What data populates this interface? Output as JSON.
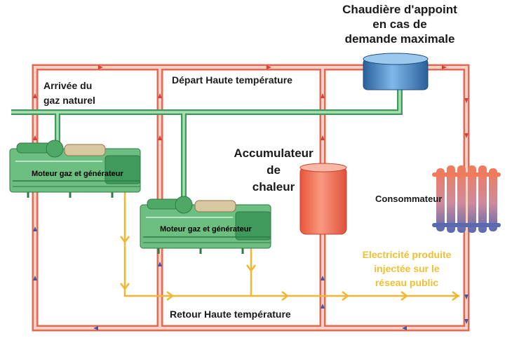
{
  "labels": {
    "boiler": [
      "Chaudière d'appoint",
      "en cas de",
      "demande maximale"
    ],
    "gas": [
      "Arrivée du",
      "gaz naturel"
    ],
    "depart": "Départ Haute température",
    "retour": "Retour Haute température",
    "accumulator": [
      "Accumulateur",
      "de",
      "chaleur"
    ],
    "consumer": "Consommateur",
    "engine_1": "Moteur gaz et générateur",
    "engine_2": "Moteur gaz et générateur",
    "electricity": [
      "Electricité produite",
      "injectée sur le",
      "réseau public"
    ]
  },
  "colors": {
    "hot_pipe": "#f4a58a",
    "hot_pipe_edge": "#e0604a",
    "gas_pipe": "#8fd0a0",
    "gas_pipe_edge": "#3f9a5c",
    "electric_line": "#f2b632",
    "return_arrow": "#3a5aa0",
    "accumulator": "#f07050",
    "boiler": "#4a8fd0",
    "engine": "#3aa05a",
    "radiator_hot": "#f08060",
    "radiator_cold": "#6a7ab0",
    "electricity_text": "#f0c030"
  }
}
